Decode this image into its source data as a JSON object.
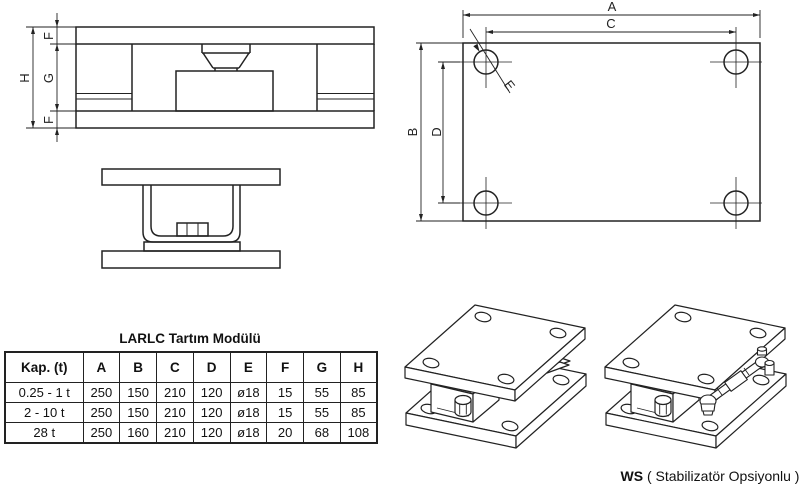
{
  "table_section": {
    "title": "LARLC Tartım Modülü",
    "headers": [
      "Kap. (t)",
      "A",
      "B",
      "C",
      "D",
      "E",
      "F",
      "G",
      "H"
    ],
    "rows": [
      [
        "0.25 - 1 t",
        "250",
        "150",
        "210",
        "120",
        "ø18",
        "15",
        "55",
        "85"
      ],
      [
        "2 - 10 t",
        "250",
        "150",
        "210",
        "120",
        "ø18",
        "15",
        "55",
        "85"
      ],
      [
        "28 t",
        "250",
        "160",
        "210",
        "120",
        "ø18",
        "20",
        "68",
        "108"
      ]
    ]
  },
  "dims": {
    "A": "A",
    "B": "B",
    "C": "C",
    "D": "D",
    "E": "E",
    "F": "F",
    "G": "G",
    "H": "H"
  },
  "caption": {
    "label": "WS",
    "text": "( Stabilizatör Opsiyonlu )"
  },
  "colors": {
    "line": "#222222",
    "background": "#ffffff",
    "text": "#111111"
  }
}
